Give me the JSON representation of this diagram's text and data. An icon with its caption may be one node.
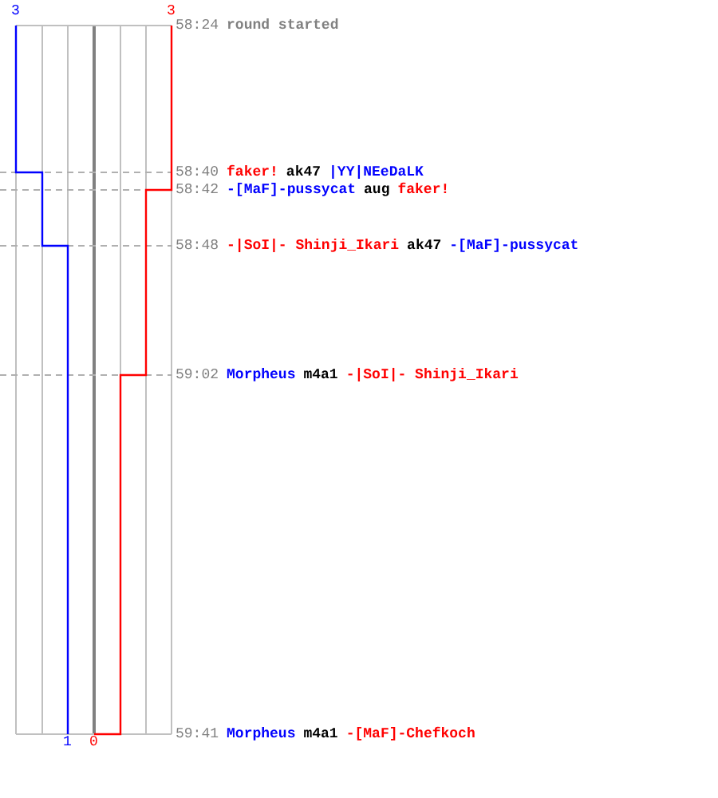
{
  "diagram": {
    "labels": [
      "3",
      "3",
      "58:24",
      "round started",
      "58:40",
      "faker!",
      "ak47",
      "|YY|NEeDaLK",
      "58:42",
      "-[MaF]-pussycat",
      "aug",
      "faker!",
      "58:48",
      "-|SoI|- Shinji_Ikari",
      "ak47",
      "-[MaF]-pussycat",
      "59:02",
      "Morpheus",
      "m4a1",
      "-|SoI|- Shinji_Ikari",
      "59:41",
      "Morpheus",
      "m4a1",
      "-[MaF]-Chefkoch",
      "1",
      "0"
    ]
  }
}
